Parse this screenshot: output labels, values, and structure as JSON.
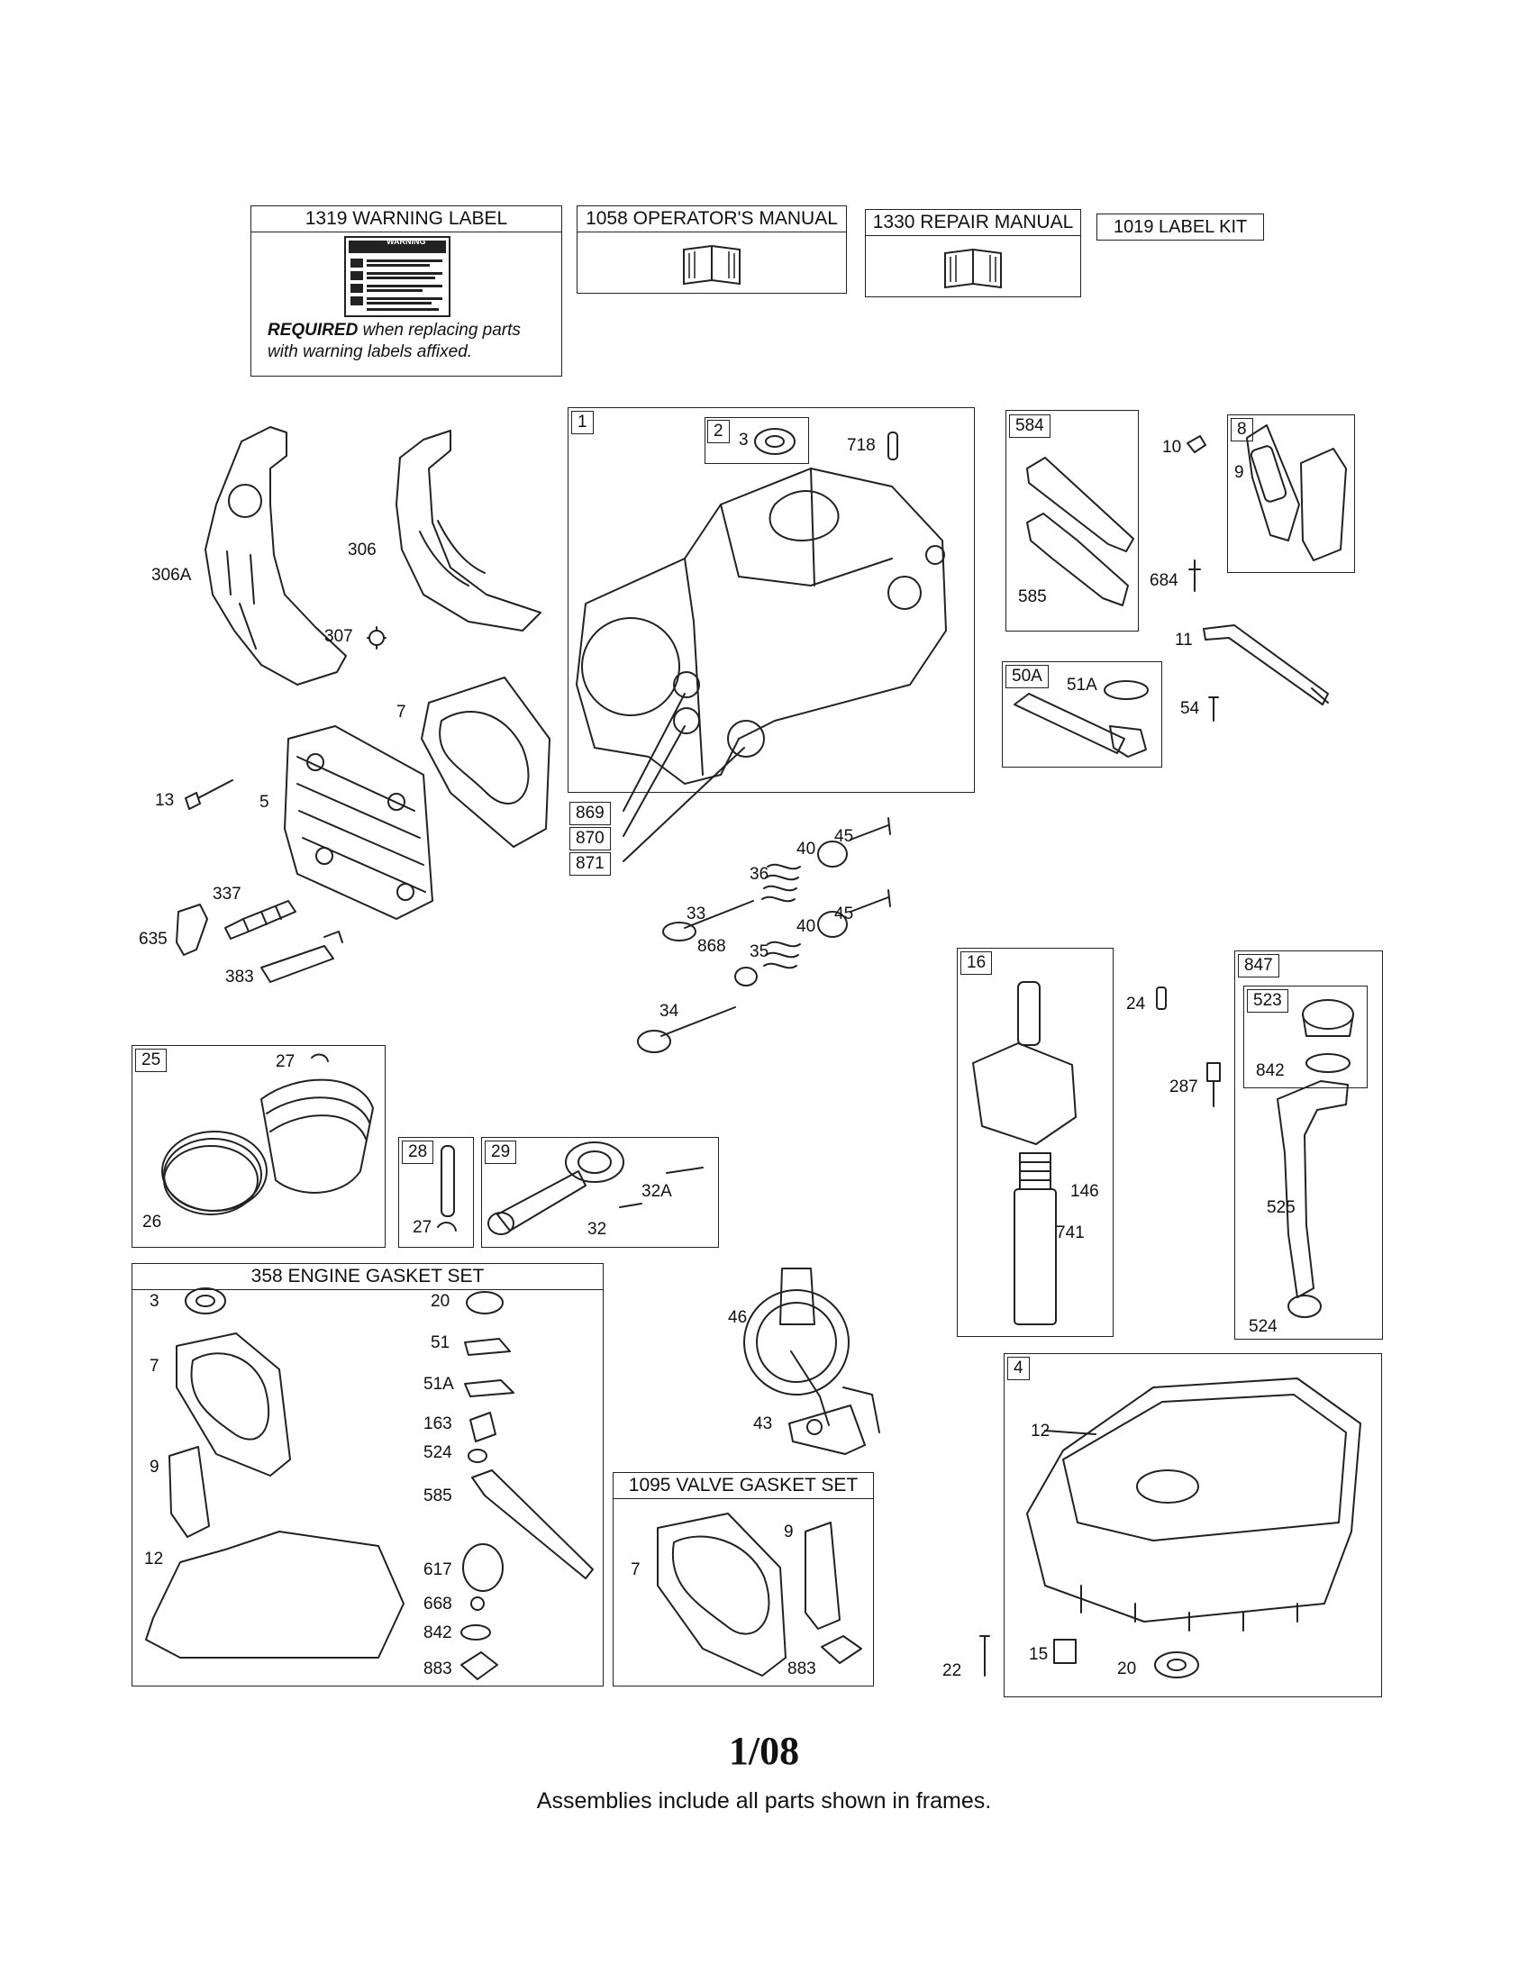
{
  "top_boxes": {
    "warning_label": "1319 WARNING LABEL",
    "warning_required_bold": "REQUIRED",
    "warning_required_rest": " when replacing parts",
    "warning_required_line2": "with warning labels affixed.",
    "warning_sticker_title": "WARNING",
    "operators_manual": "1058 OPERATOR'S MANUAL",
    "repair_manual": "1330 REPAIR MANUAL",
    "label_kit": "1019 LABEL KIT"
  },
  "frames": {
    "f1": "1",
    "f2": "2",
    "f584": "584",
    "f8": "8",
    "f50A": "50A",
    "f869": "869",
    "f870": "870",
    "f871": "871",
    "f25": "25",
    "f28": "28",
    "f29": "29",
    "f16": "16",
    "f847": "847",
    "f523": "523",
    "f4": "4"
  },
  "gasket_set": {
    "title": "358 ENGINE GASKET SET",
    "left_labels": [
      "3",
      "7",
      "9",
      "12"
    ],
    "right_labels": [
      "20",
      "51",
      "51A",
      "163",
      "524",
      "585",
      "617",
      "668",
      "842",
      "883"
    ]
  },
  "valve_gasket_set": {
    "title": "1095 VALVE GASKET SET",
    "labels": [
      "7",
      "9",
      "883"
    ]
  },
  "part_labels": {
    "p306A": "306A",
    "p306": "306",
    "p307": "307",
    "p7": "7",
    "p13": "13",
    "p5": "5",
    "p337": "337",
    "p635": "635",
    "p383": "383",
    "p3": "3",
    "p718": "718",
    "p10": "10",
    "p9": "9",
    "p684": "684",
    "p585": "585",
    "p11": "11",
    "p51A": "51A",
    "p54": "54",
    "p40a": "40",
    "p45a": "45",
    "p36": "36",
    "p33": "33",
    "p40b": "40",
    "p45b": "45",
    "p35": "35",
    "p868": "868",
    "p34": "34",
    "p27a": "27",
    "p26": "26",
    "p27b": "27",
    "p32A": "32A",
    "p32": "32",
    "p46": "46",
    "p43": "43",
    "p24": "24",
    "p146": "146",
    "p741": "741",
    "p287": "287",
    "p842": "842",
    "p525": "525",
    "p524": "524",
    "p12": "12",
    "p22": "22",
    "p15": "15",
    "p20": "20"
  },
  "footer": {
    "date": "1/08",
    "note": "Assemblies include all parts shown in frames."
  }
}
